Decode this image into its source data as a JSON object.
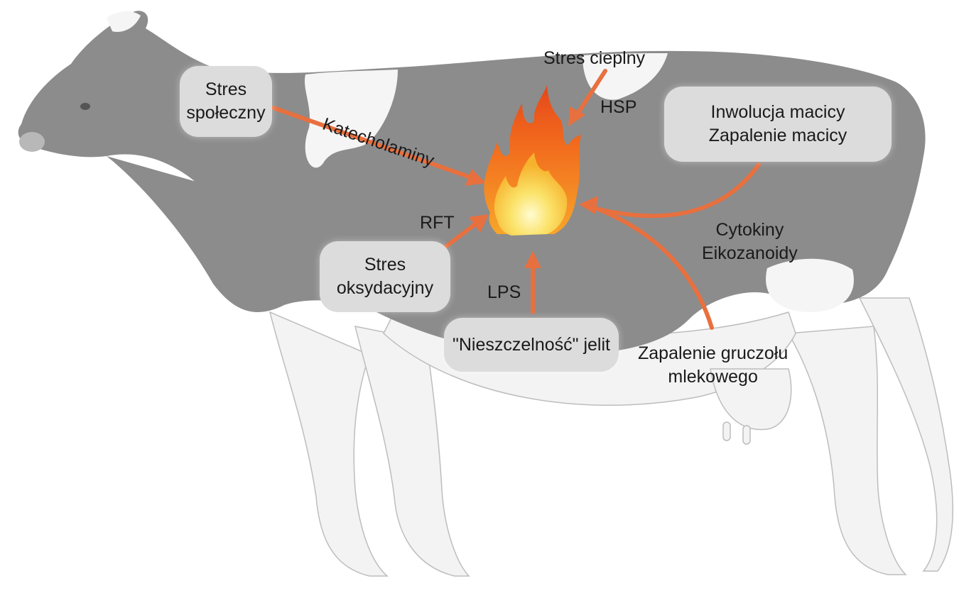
{
  "boxes": {
    "social_stress": [
      "Stres",
      "społeczny"
    ],
    "oxidative_stress": [
      "Stres",
      "oksydacyjny"
    ],
    "leaky_gut": "\"Nieszczelność\" jelit",
    "uterus": [
      "Inwolucja macicy",
      "Zapalenie macicy"
    ]
  },
  "labels": {
    "heat_stress": "Stres cieplny",
    "hsp": "HSP",
    "catecholamines": "Katecholaminy",
    "rft": "RFT",
    "lps": "LPS",
    "cytokines": [
      "Cytokiny",
      "Eikozanoidy"
    ],
    "mastitis": [
      "Zapalenie gruczołu",
      "mlekowego"
    ]
  },
  "colors": {
    "arrow": "#e8703f",
    "cow_body": "#8c8c8c",
    "cow_white": "#f4f4f4",
    "box": "#dcdcdc",
    "flame_outer": "#f26b1d",
    "flame_inner": "#fbe36a"
  }
}
